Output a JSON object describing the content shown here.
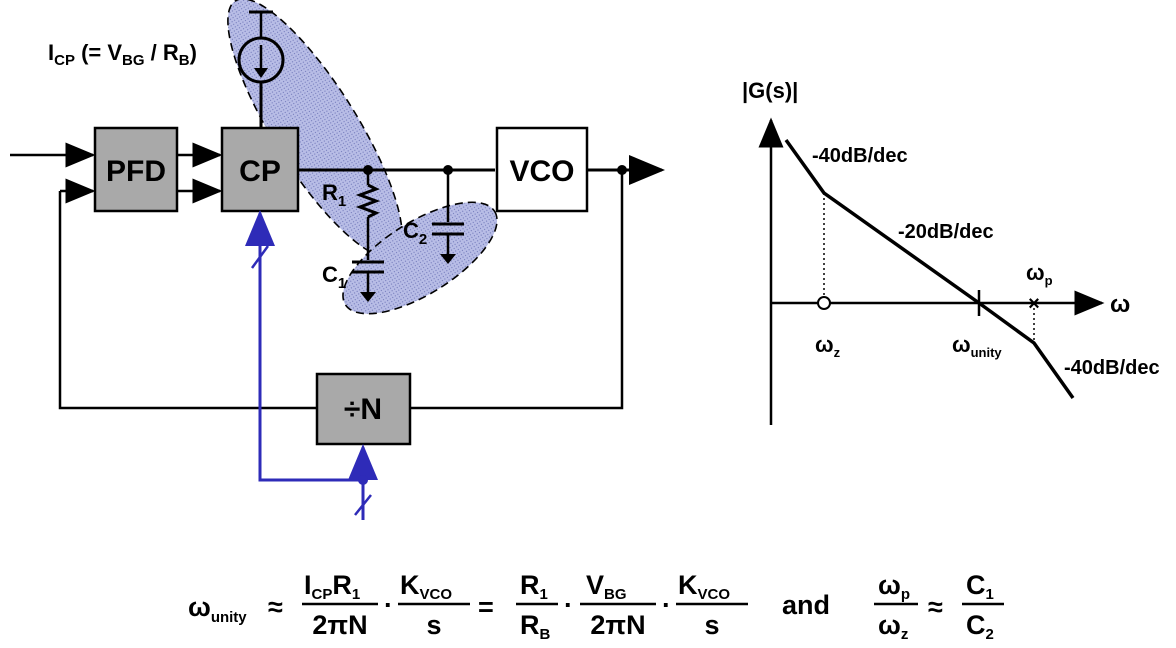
{
  "blocks": {
    "pfd": "PFD",
    "cp": "CP",
    "vco": "VCO",
    "divider": "÷N"
  },
  "current_source": {
    "label_main": "I",
    "label_sub": "CP",
    "label_rest_open": " (= V",
    "label_sub2": "BG",
    "label_rest_mid": " / R",
    "label_sub3": "B",
    "label_rest_close": ")"
  },
  "components": {
    "r1_main": "R",
    "r1_sub": "1",
    "c1_main": "C",
    "c1_sub": "1",
    "c2_main": "C",
    "c2_sub": "2"
  },
  "bode": {
    "ylabel": "|G(s)|",
    "xlabel": "ω",
    "slope_1": "-40dB/dec",
    "slope_2": "-20dB/dec",
    "slope_3": "-40dB/dec",
    "wz_main": "ω",
    "wz_sub": "z",
    "wunity_main": "ω",
    "wunity_sub": "unity",
    "wp_main": "ω",
    "wp_sub": "p"
  },
  "equation": {
    "w": "ω",
    "w_sub": "unity",
    "approx": "≈",
    "f1_num_a": "I",
    "f1_num_a_sub": "CP",
    "f1_num_b": "R",
    "f1_num_b_sub": "1",
    "f1_den": "2πN",
    "dot": "·",
    "f2_num": "K",
    "f2_num_sub": "VCO",
    "f2_den": "s",
    "equals": "=",
    "f3_num": "R",
    "f3_num_sub": "1",
    "f3_den": "R",
    "f3_den_sub": "B",
    "f4_num": "V",
    "f4_num_sub": "BG",
    "f4_den": "2πN",
    "f5_num": "K",
    "f5_num_sub": "VCO",
    "f5_den": "s",
    "and": "and",
    "f6_num": "ω",
    "f6_num_sub": "p",
    "f6_den": "ω",
    "f6_den_sub": "z",
    "approx2": "≈",
    "f7_num": "C",
    "f7_num_sub": "1",
    "f7_den": "C",
    "f7_den_sub": "2"
  },
  "colors": {
    "block_fill": "#a9a9a9",
    "highlight": "#aeb4df",
    "digital_line": "#2e2bb8"
  }
}
